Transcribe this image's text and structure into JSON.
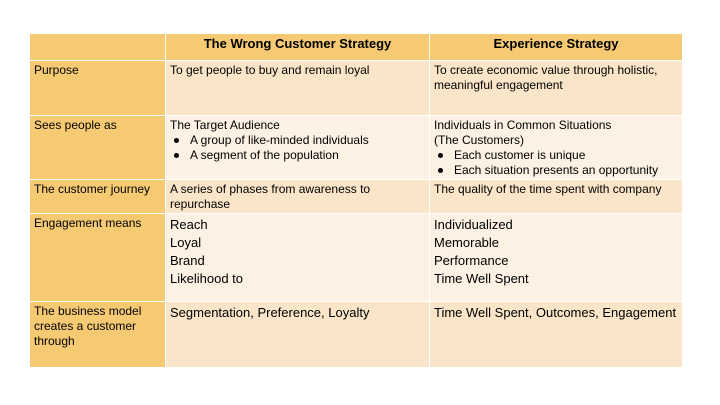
{
  "table": {
    "headers": [
      "",
      "The Wrong Customer Strategy",
      "Experience Strategy"
    ],
    "rows": [
      {
        "label": "Purpose",
        "wrong": {
          "text": "To get people to buy and remain loyal"
        },
        "experience": {
          "text": "To create economic value through holistic, meaningful engagement"
        }
      },
      {
        "label": "Sees people as",
        "wrong": {
          "text": "The Target Audience",
          "bullets": [
            "A group of like-minded individuals",
            "A segment of the population"
          ]
        },
        "experience": {
          "lines": [
            "Individuals in Common Situations",
            "(The Customers)"
          ],
          "bullets": [
            "Each customer is unique",
            "Each situation presents an opportunity"
          ]
        }
      },
      {
        "label": "The customer journey",
        "wrong": {
          "text": "A series of phases from awareness to repurchase"
        },
        "experience": {
          "text": "The quality of the time spent with company"
        }
      },
      {
        "label": "Engagement means",
        "wrong": {
          "lines": [
            "Reach",
            "Loyal",
            "Brand",
            "Likelihood to"
          ]
        },
        "experience": {
          "lines": [
            "Individualized",
            "Memorable",
            "Performance",
            "Time Well Spent"
          ]
        }
      },
      {
        "label": "The business model creates a customer through",
        "wrong": {
          "text": "Segmentation, Preference, Loyalty"
        },
        "experience": {
          "text": "Time Well Spent, Outcomes, Engagement"
        }
      }
    ]
  },
  "colors": {
    "header": "#f6ca73",
    "label_column": "#f6ca73",
    "row_odd": "#fae5c8",
    "row_even": "#fcf1e3"
  }
}
